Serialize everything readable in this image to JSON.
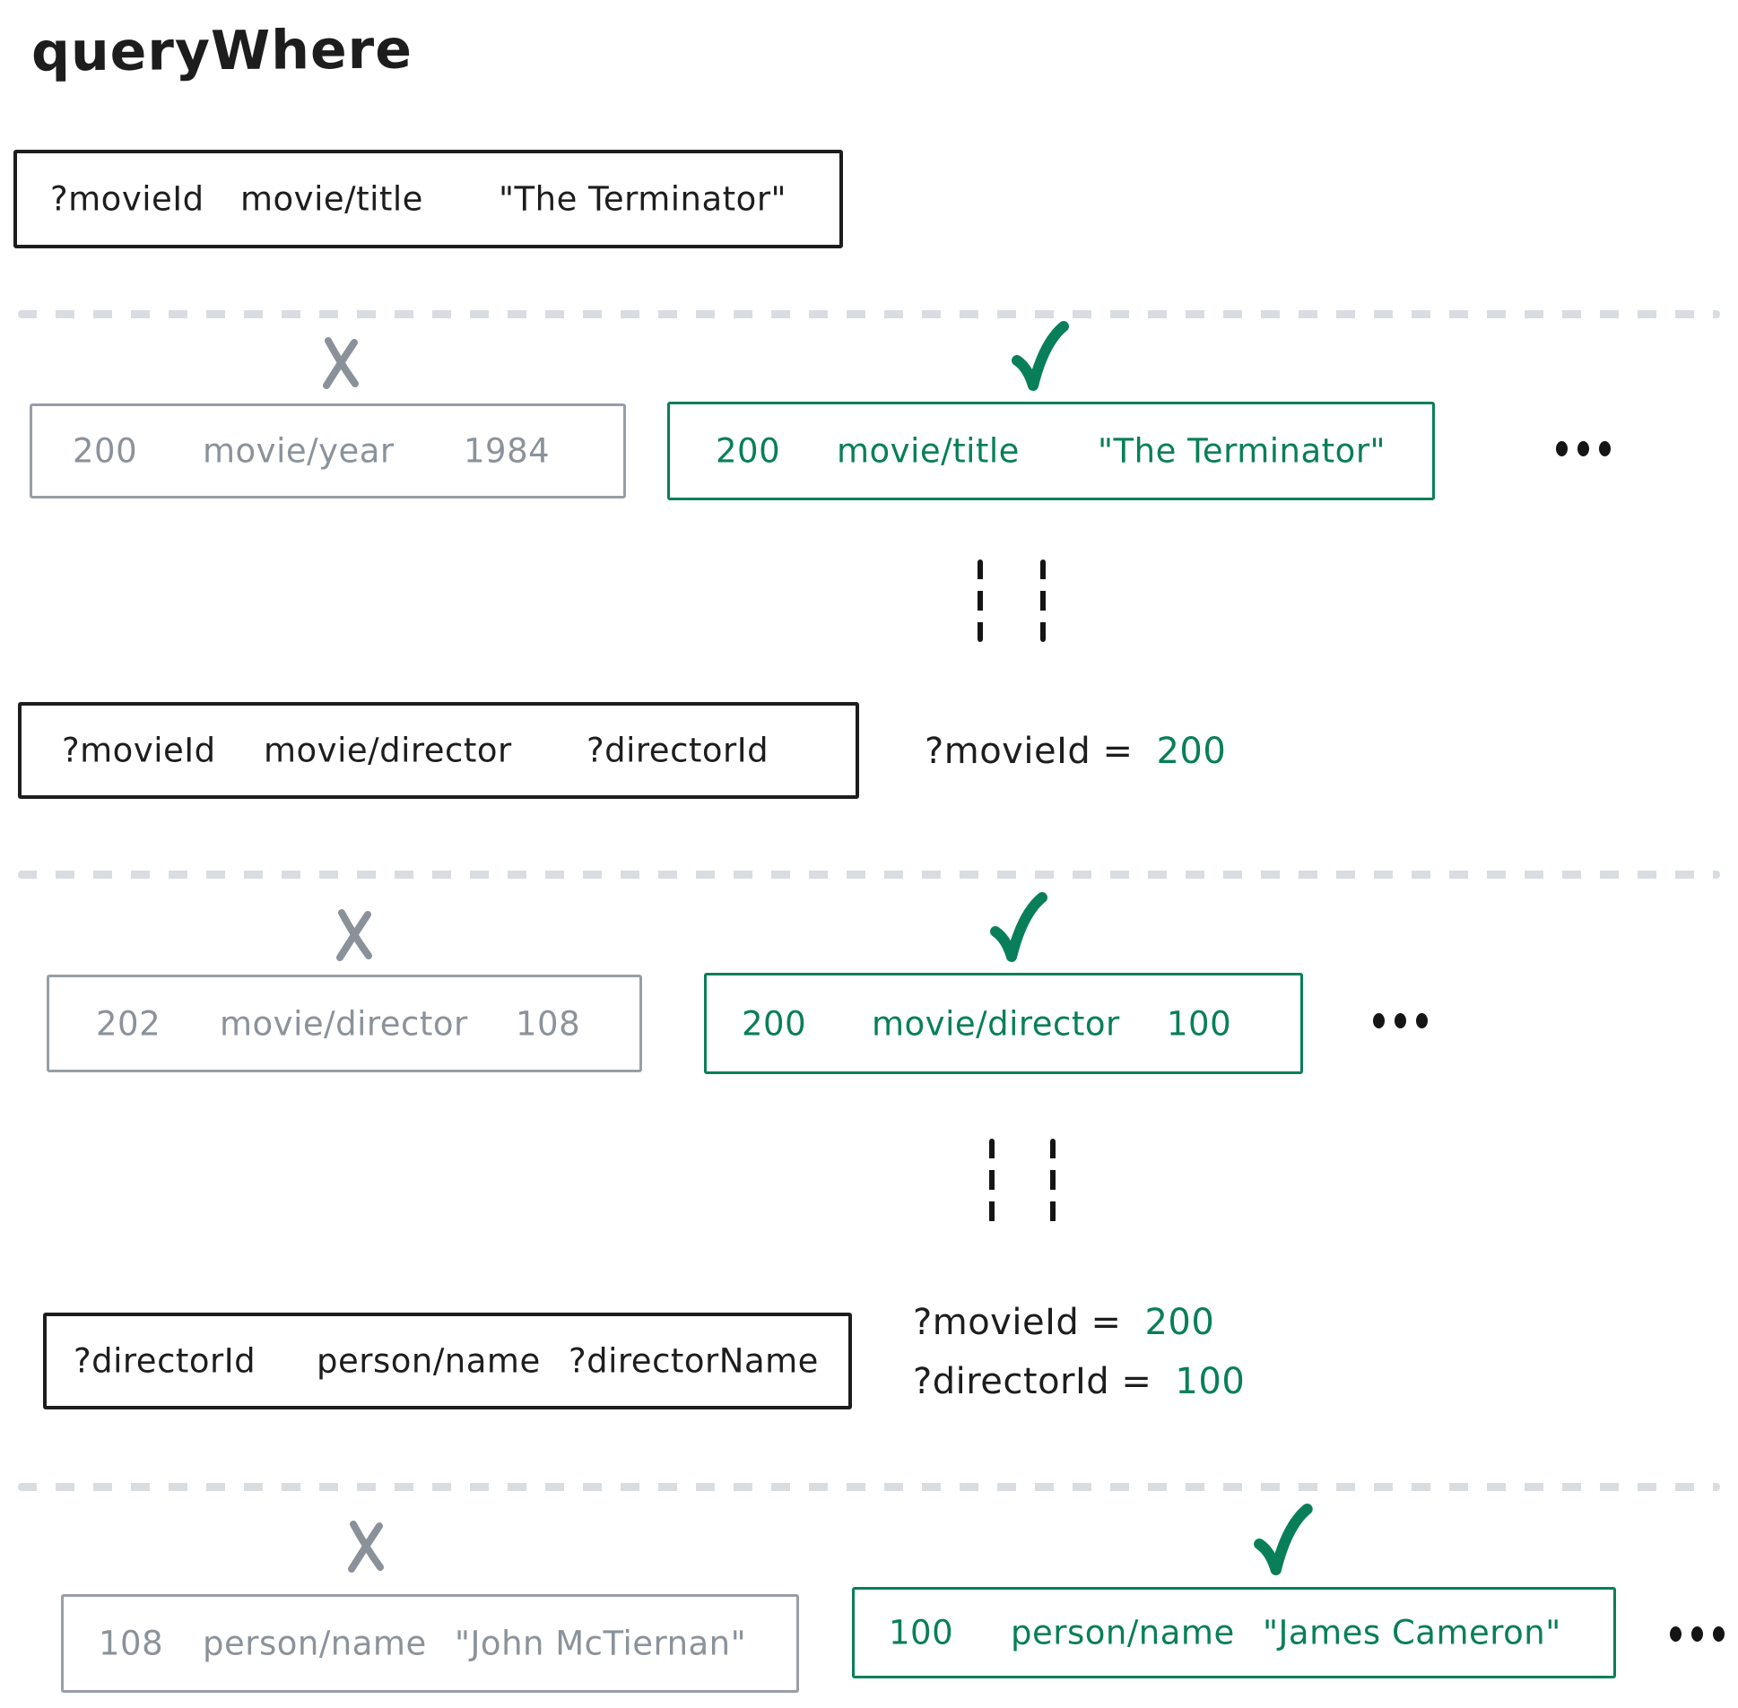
{
  "title": "queryWhere",
  "colors": {
    "green": "#087f58",
    "red": "#cd2b29",
    "gray_text": "#8b929a",
    "gray_border": "#989ea6",
    "black": "#1d1d1d",
    "divider_gray": "#d9dde1"
  },
  "step1": {
    "query": {
      "cols": [
        "?movieId",
        "movie/title",
        "\"The Terminator\""
      ]
    },
    "rejected": {
      "cols": [
        "200",
        "movie/year",
        "1984"
      ]
    },
    "accepted": {
      "cols": [
        "200",
        "movie/title",
        "\"The Terminator\""
      ]
    },
    "binding": {
      "var": "?movieId =",
      "value": "200"
    }
  },
  "step2": {
    "query": {
      "cols": [
        "?movieId",
        "movie/director",
        "?directorId"
      ]
    },
    "rejected": {
      "cols": [
        "202",
        "movie/director",
        "108"
      ]
    },
    "accepted": {
      "cols": [
        "200",
        "movie/director",
        "100"
      ]
    },
    "bindings": [
      {
        "var": "?movieId =",
        "value": "200"
      },
      {
        "var": "?directorId =",
        "value": "100"
      }
    ]
  },
  "step3": {
    "query": {
      "cols": [
        "?directorId",
        "person/name",
        "?directorName"
      ]
    },
    "rejected": {
      "cols": [
        "108",
        "person/name",
        "\"John McTiernan\""
      ]
    },
    "accepted": {
      "cols": [
        "100",
        "person/name",
        "\"James Cameron\""
      ]
    }
  }
}
